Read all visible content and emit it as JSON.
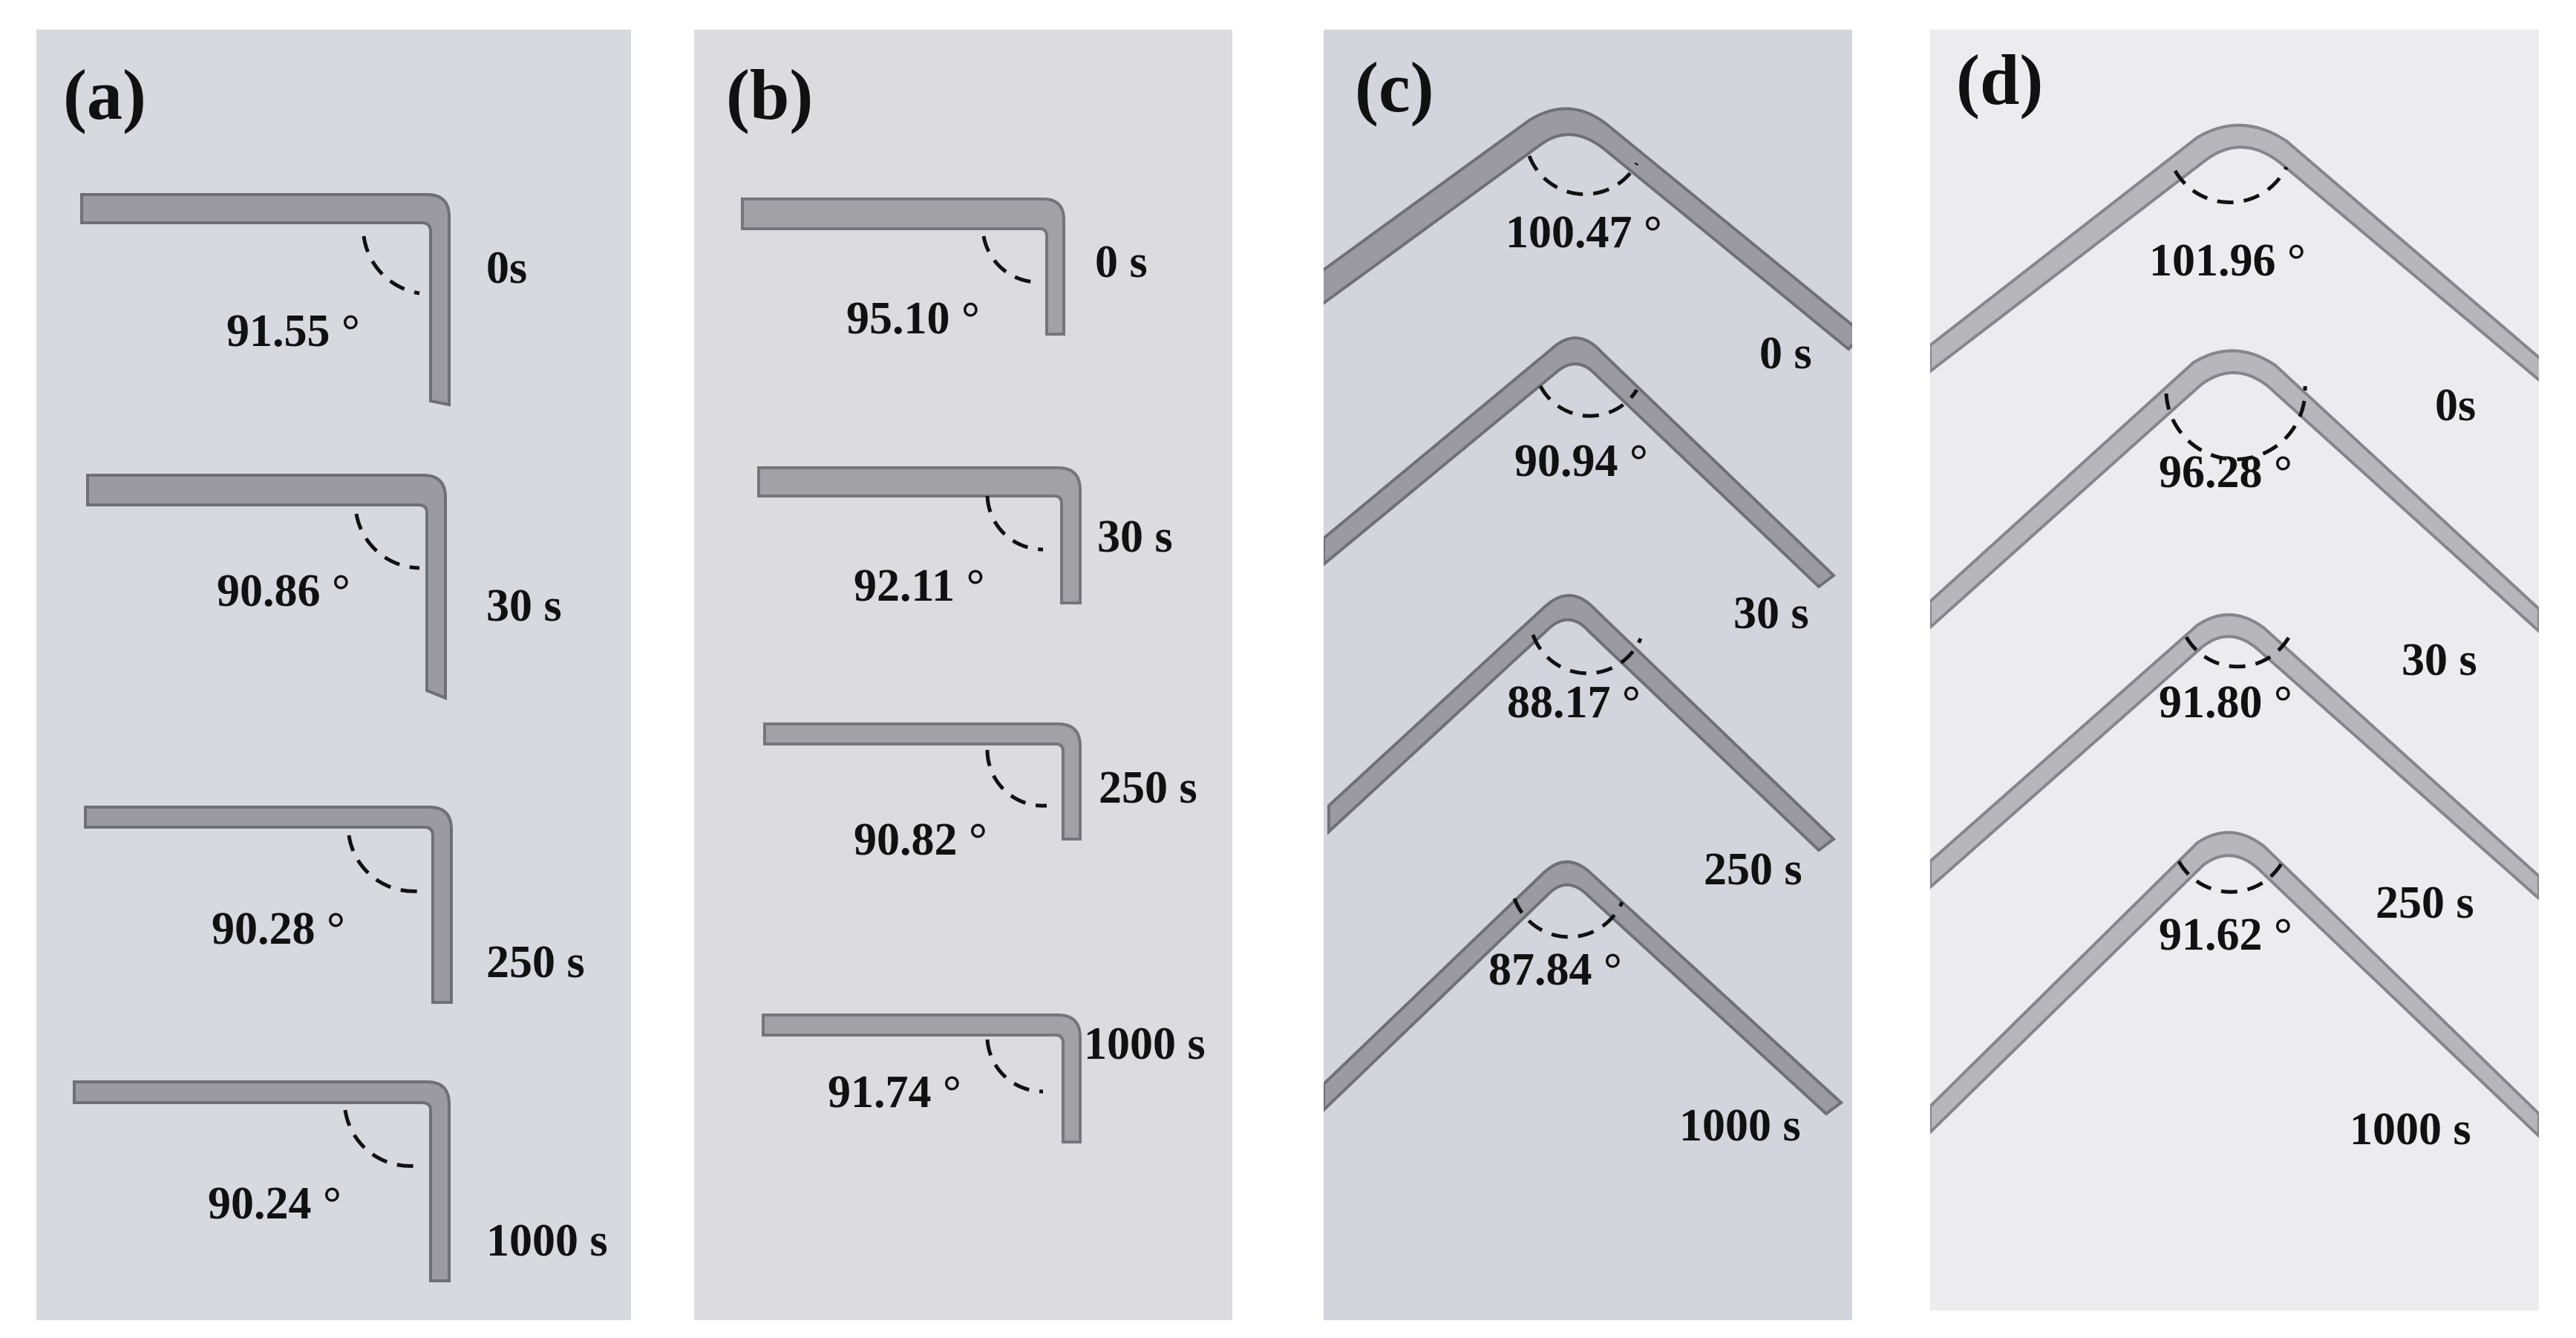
{
  "colors": {
    "panel_a": "#d8d8df",
    "panel_b": "#dcdcde",
    "panel_c": "#d4d4dc",
    "panel_d": "#ececee",
    "metal": "#9a9aa0",
    "metal_edge": "#6f6f75",
    "arc": "#111111"
  },
  "panels": [
    {
      "letter": "(a)",
      "specimens": [
        {
          "angle_value": 91.55,
          "angle": "91.55 °",
          "time": "0s"
        },
        {
          "angle_value": 90.86,
          "angle": "90.86 °",
          "time": "30 s"
        },
        {
          "angle_value": 90.28,
          "angle": "90.28 °",
          "time": "250 s"
        },
        {
          "angle_value": 90.24,
          "angle": "90.24 °",
          "time": "1000 s"
        }
      ]
    },
    {
      "letter": "(b)",
      "specimens": [
        {
          "angle_value": 95.1,
          "angle": "95.10 °",
          "time": "0 s"
        },
        {
          "angle_value": 92.11,
          "angle": "92.11 °",
          "time": "30 s"
        },
        {
          "angle_value": 90.82,
          "angle": "90.82 °",
          "time": "250 s"
        },
        {
          "angle_value": 91.74,
          "angle": "91.74 °",
          "time": "1000 s"
        }
      ]
    },
    {
      "letter": "(c)",
      "specimens": [
        {
          "angle_value": 100.47,
          "angle": "100.47 °",
          "time": "0 s"
        },
        {
          "angle_value": 90.94,
          "angle": "90.94 °",
          "time": "30 s"
        },
        {
          "angle_value": 88.17,
          "angle": "88.17 °",
          "time": "250 s"
        },
        {
          "angle_value": 87.84,
          "angle": "87.84 °",
          "time": "1000 s"
        }
      ]
    },
    {
      "letter": "(d)",
      "specimens": [
        {
          "angle_value": 101.96,
          "angle": "101.96 °",
          "time": "0s"
        },
        {
          "angle_value": 96.28,
          "angle": "96.28 °",
          "time": "30 s"
        },
        {
          "angle_value": 91.8,
          "angle": "91.80 °",
          "time": "250 s"
        },
        {
          "angle_value": 91.62,
          "angle": "91.62 °",
          "time": "1000 s"
        }
      ]
    }
  ]
}
